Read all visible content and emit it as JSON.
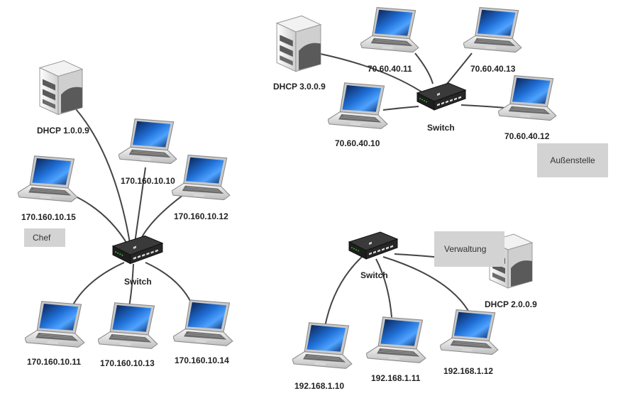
{
  "networks": {
    "chef": {
      "label": "Chef",
      "dhcp": "DHCP 1.0.0.9",
      "switch": "Switch",
      "clients": [
        "170.160.10.10",
        "170.160.10.12",
        "170.160.10.15",
        "170.160.10.11",
        "170.160.10.13",
        "170.160.10.14"
      ]
    },
    "aussenstelle": {
      "label": "Außenstelle",
      "dhcp": "DHCP 3.0.0.9",
      "switch": "Switch",
      "clients": [
        "70.60.40.11",
        "70.60.40.13",
        "70.60.40.10",
        "70.60.40.12"
      ]
    },
    "verwaltung": {
      "label": "Verwaltung",
      "dhcp": "DHCP 2.0.0.9",
      "switch": "Switch",
      "clients": [
        "192.168.1.10",
        "192.168.1.11",
        "192.168.1.12"
      ]
    }
  },
  "colors": {
    "cable": "#444444",
    "screen": "#1a66cc",
    "label_box": "#d3d3d3",
    "server_body": "#e6e6e6",
    "switch_body": "#2a2a2a"
  }
}
